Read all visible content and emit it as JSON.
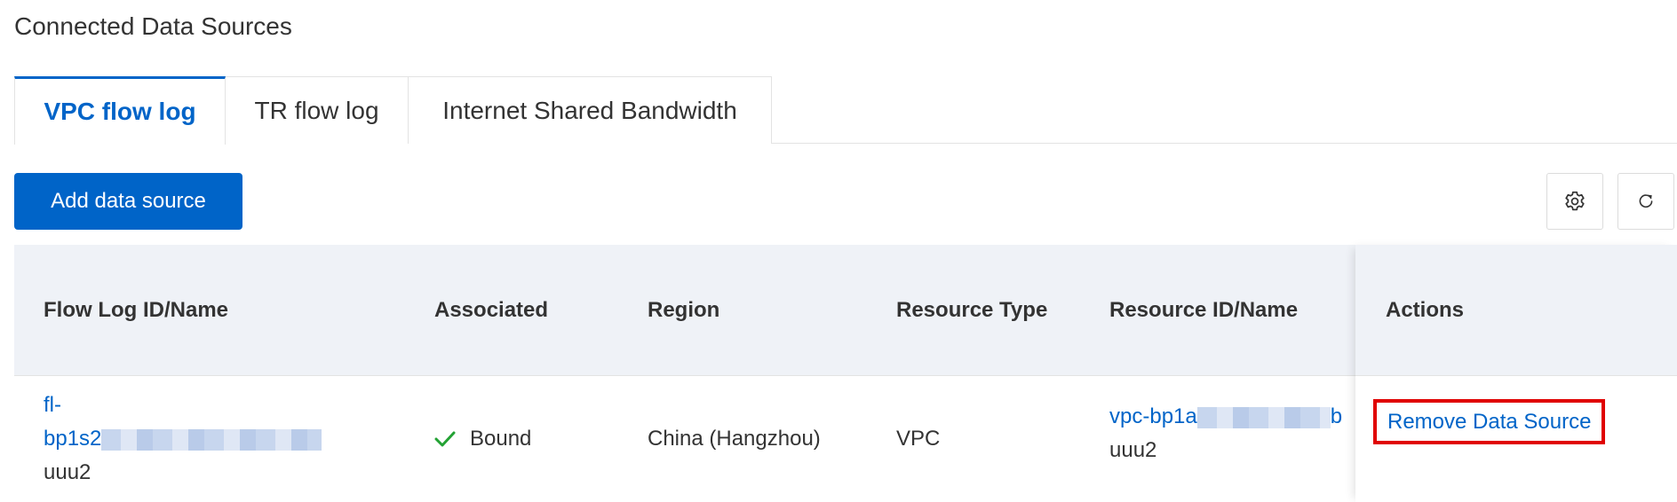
{
  "page": {
    "title": "Connected Data Sources"
  },
  "tabs": [
    {
      "label": "VPC flow log",
      "active": true
    },
    {
      "label": "TR flow log",
      "active": false
    },
    {
      "label": "Internet Shared Bandwidth",
      "active": false
    }
  ],
  "toolbar": {
    "add_label": "Add data source",
    "settings_icon": "gear-icon",
    "refresh_icon": "refresh-icon"
  },
  "table": {
    "columns": [
      "Flow Log ID/Name",
      "Associated",
      "Region",
      "Resource Type",
      "Resource ID/Name",
      "Actions"
    ],
    "rows": [
      {
        "flow_log_id_line1": "fl-",
        "flow_log_id_line2": "bp1s2",
        "flow_log_name": "uuu2",
        "associated": "Bound",
        "region": "China (Hangzhou)",
        "resource_type": "VPC",
        "resource_id": "vpc-bp1a",
        "resource_id_tail": "b",
        "resource_name": "uuu2",
        "action_label": "Remove Data Source"
      }
    ]
  },
  "colors": {
    "primary": "#0064c8",
    "success": "#23a234",
    "highlight": "#e00000",
    "header_bg": "#eff2f7"
  }
}
